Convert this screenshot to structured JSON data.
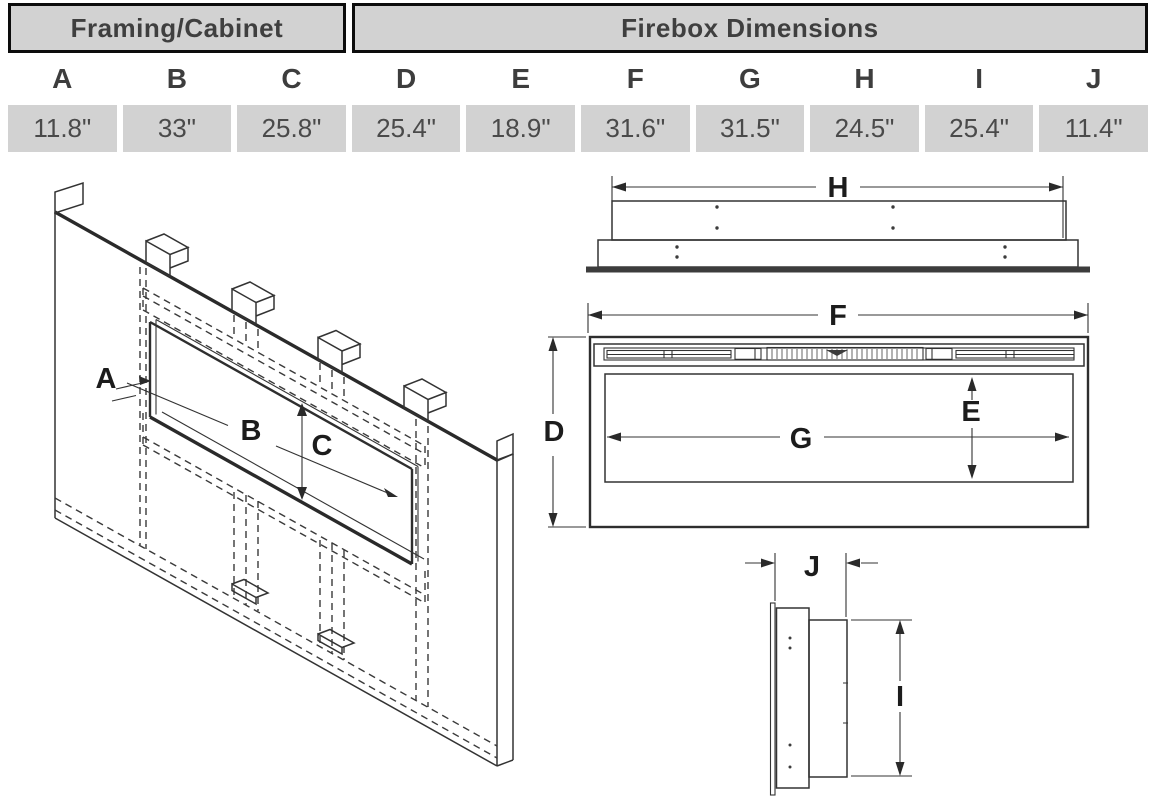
{
  "table": {
    "group_headers": [
      {
        "label": "Framing/Cabinet"
      },
      {
        "label": "Firebox Dimensions"
      }
    ],
    "columns": [
      {
        "letter": "A",
        "value": "11.8\""
      },
      {
        "letter": "B",
        "value": "33\""
      },
      {
        "letter": "C",
        "value": "25.8\""
      },
      {
        "letter": "D",
        "value": "25.4\""
      },
      {
        "letter": "E",
        "value": "18.9\""
      },
      {
        "letter": "F",
        "value": "31.6\""
      },
      {
        "letter": "G",
        "value": "31.5\""
      },
      {
        "letter": "H",
        "value": "24.5\""
      },
      {
        "letter": "I",
        "value": "25.4\""
      },
      {
        "letter": "J",
        "value": "11.4\""
      }
    ]
  },
  "diagrams": {
    "framing_iso": {
      "label_a": "A",
      "label_b": "B",
      "label_c": "C"
    },
    "top_view": {
      "label_h": "H"
    },
    "front_view": {
      "label_f": "F",
      "label_d": "D",
      "label_g": "G",
      "label_e": "E"
    },
    "side_view": {
      "label_j": "J",
      "label_i": "I"
    }
  },
  "colors": {
    "cell_gray": "#d2d2d2",
    "header_border": "#0c0c0c",
    "line_dark": "#333333",
    "text_dark": "#3f3f3f"
  }
}
